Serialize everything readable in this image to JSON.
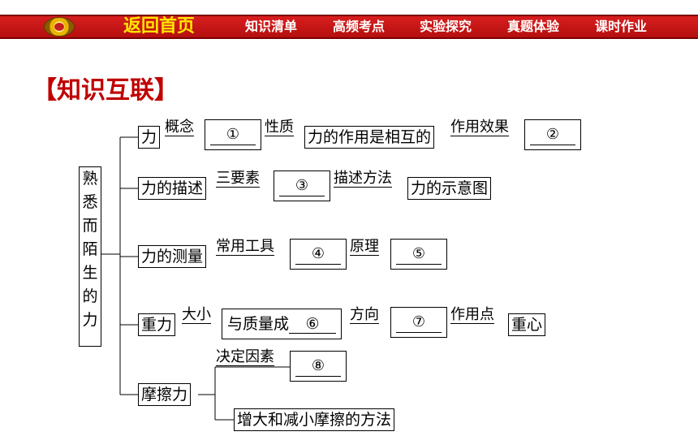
{
  "nav": {
    "logo": "logo",
    "home": "返回首页",
    "items": [
      "知识清单",
      "高频考点",
      "实验探究",
      "真题体验",
      "课时作业"
    ]
  },
  "heading": "【知识互联】",
  "root": [
    "熟",
    "悉",
    "而",
    "陌",
    "生",
    "的",
    "力"
  ],
  "branches": {
    "force": {
      "label": "力",
      "concept_label": "概念",
      "blank1": "①",
      "property_label": "性质",
      "property_value": "力的作用是相互的",
      "effect_label": "作用效果",
      "blank2": "②"
    },
    "description": {
      "label": "力的描述",
      "elements_label": "三要素",
      "blank3": "③",
      "method_label": "描述方法",
      "method_value": "力的示意图"
    },
    "measure": {
      "label": "力的测量",
      "tool_label": "常用工具",
      "blank4": "④",
      "principle_label": "原理",
      "blank5": "⑤"
    },
    "gravity": {
      "label": "重力",
      "size_label": "大小",
      "size_prefix": "与质量成",
      "blank6": "⑥",
      "direction_label": "方向",
      "blank7": "⑦",
      "point_label": "作用点",
      "point_value": "重心"
    },
    "friction": {
      "label": "摩擦力",
      "factors_label": "决定因素",
      "blank8": "⑧",
      "methods_value": "增大和减小摩擦的方法"
    }
  }
}
